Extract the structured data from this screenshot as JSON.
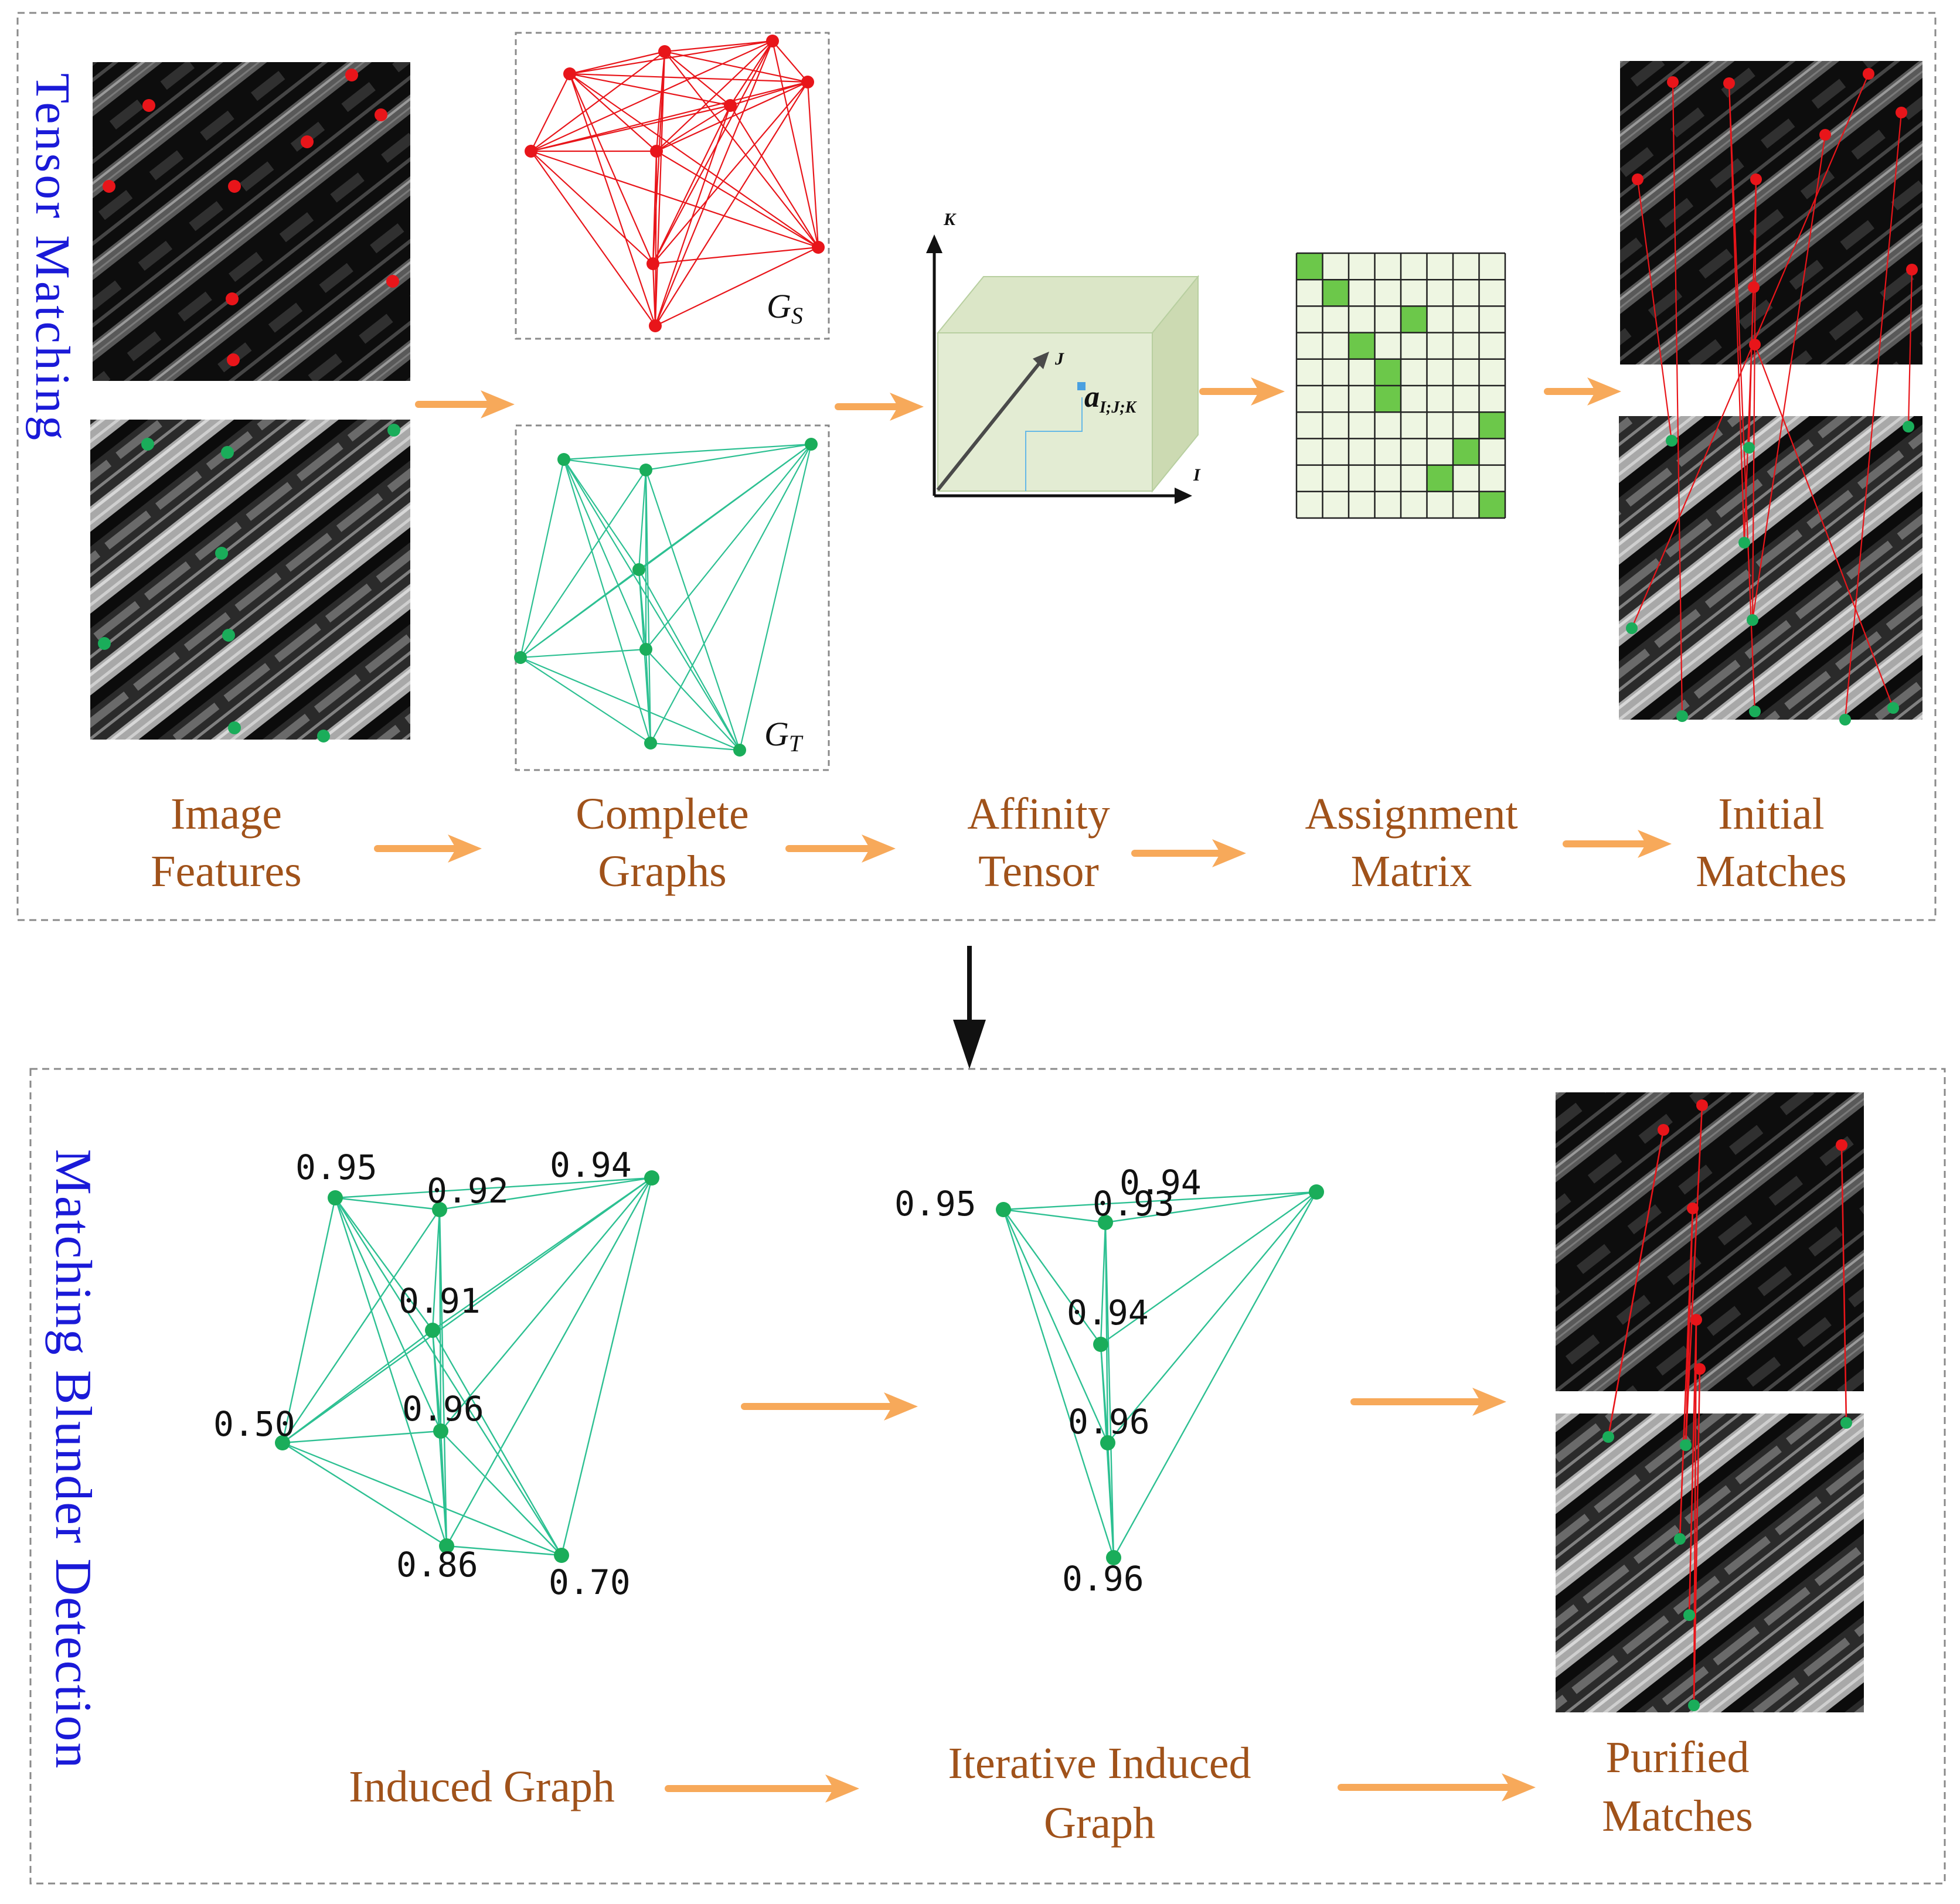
{
  "colors": {
    "accent_orange": "#f7a95a",
    "label_brown": "#a0521a",
    "title_blue": "#1a1ad8",
    "source_red": "#e8151a",
    "target_green": "#1aad5a",
    "edge_green": "#2dc092",
    "matrix_fill": "#eef6e2",
    "matrix_cell": "#6cc84a",
    "tensor_fill": "#e3ecd3"
  },
  "top_section": {
    "title": "Tensor Matching",
    "graph_labels": {
      "source_main": "G",
      "source_sub": "S",
      "target_main": "G",
      "target_sub": "T"
    },
    "tensor": {
      "axis_k": "K",
      "axis_j": "J",
      "axis_i": "I",
      "element_main": "a",
      "element_sub": "I;J;K"
    },
    "assignment_matrix": {
      "rows": 10,
      "cols": 8,
      "selected_cells": [
        [
          0,
          0
        ],
        [
          1,
          1
        ],
        [
          2,
          4
        ],
        [
          3,
          2
        ],
        [
          4,
          3
        ],
        [
          5,
          3
        ],
        [
          6,
          7
        ],
        [
          7,
          6
        ],
        [
          8,
          5
        ],
        [
          9,
          7
        ]
      ]
    },
    "stages": [
      {
        "line1": "Image",
        "line2": "Features"
      },
      {
        "line1": "Complete",
        "line2": "Graphs"
      },
      {
        "line1": "Affinity",
        "line2": "Tensor"
      },
      {
        "line1": "Assignment",
        "line2": "Matrix"
      },
      {
        "line1": "Initial",
        "line2": "Matches"
      }
    ]
  },
  "bottom_section": {
    "title": "Matching Blunder Detection",
    "induced_graph_scores": [
      "0.95",
      "0.92",
      "0.94",
      "0.91",
      "0.50",
      "0.96",
      "0.86",
      "0.70"
    ],
    "iterative_graph_scores": [
      "0.95",
      "0.94",
      "0.93",
      "0.94",
      "0.96",
      "0.96"
    ],
    "stages": [
      {
        "line1": "Induced Graph",
        "line2": ""
      },
      {
        "line1": "Iterative Induced",
        "line2": "Graph"
      },
      {
        "line1": "Purified",
        "line2": "Matches"
      }
    ]
  }
}
